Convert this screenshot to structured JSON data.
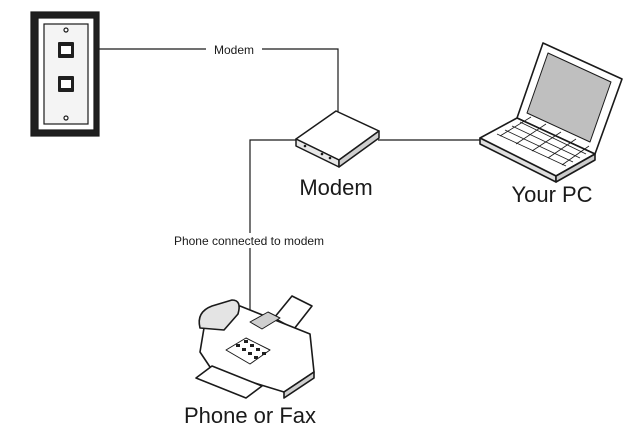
{
  "diagram": {
    "labels": {
      "wall_line": "Modem",
      "modem": "Modem",
      "pc": "Your PC",
      "phone_line": "Phone connected to modem",
      "phone": "Phone or Fax"
    },
    "colors": {
      "line": "#1a1a1a",
      "device_fill": "#ffffff",
      "device_shade": "#d9d9d9",
      "screen": "#bfbfbf"
    }
  }
}
